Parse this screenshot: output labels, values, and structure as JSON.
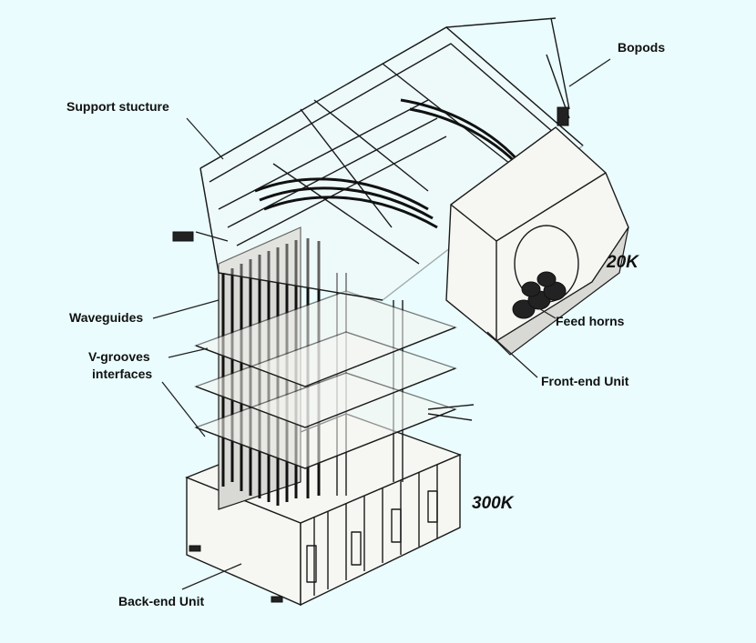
{
  "labels": {
    "bopods": "Bopods",
    "support_structure": "Support stucture",
    "temp_20k": "20K",
    "waveguides": "Waveguides",
    "feed_horns": "Feed horns",
    "v_grooves_line1": "V-grooves",
    "v_grooves_line2": "interfaces",
    "front_end_unit": "Front-end Unit",
    "temp_300k": "300K",
    "back_end_unit": "Back-end Unit"
  },
  "colors": {
    "background": "#eafcfd",
    "line": "#1a1a1a"
  }
}
